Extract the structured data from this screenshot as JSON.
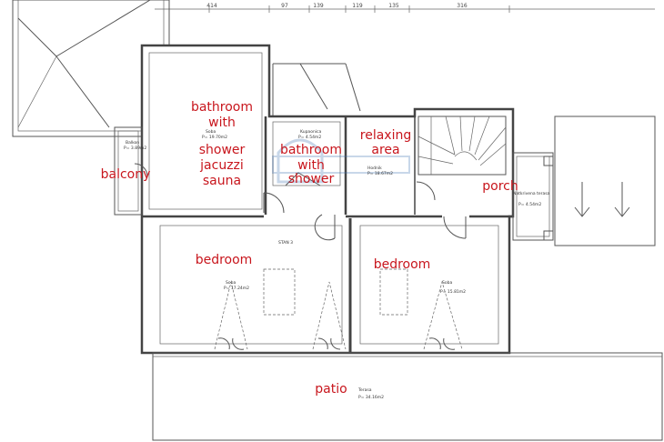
{
  "dimensions": {
    "top": [
      "414",
      "97",
      "139",
      "119",
      "135",
      "316"
    ]
  },
  "rooms": {
    "bathroom_main": {
      "label_lines": [
        "bathroom",
        "with",
        "shower",
        "jacuzzi",
        "sauna"
      ],
      "code": "Soba",
      "area": "P= 19.70m2"
    },
    "bathroom_small": {
      "label_lines": [
        "bathroom",
        "with",
        "shower"
      ],
      "code": "Kupaonica",
      "area": "P= 4.54m2"
    },
    "relaxing": {
      "label_lines": [
        "relaxing",
        "area"
      ],
      "code": "Hodnik",
      "area": "P= 18.67m2"
    },
    "balcony": {
      "label": "balcony",
      "code": "Balkon",
      "area": "P= 3.89m2"
    },
    "porch": {
      "label": "porch",
      "code": "Natkrivena terasa",
      "area": "P= 4.54m2"
    },
    "bedroom_left": {
      "label": "bedroom",
      "code": "Soba",
      "area": "P= 17.24m2"
    },
    "bedroom_right": {
      "label": "bedroom",
      "code": "Soba",
      "area": "P= 15.81m2"
    },
    "patio": {
      "label": "patio",
      "code": "Terasa",
      "area": "P= 34.16m2"
    },
    "unit": "STAN 3"
  },
  "colors": {
    "label": "#c8161d",
    "wall": "#444444",
    "watermark": "#3a6fb0"
  }
}
